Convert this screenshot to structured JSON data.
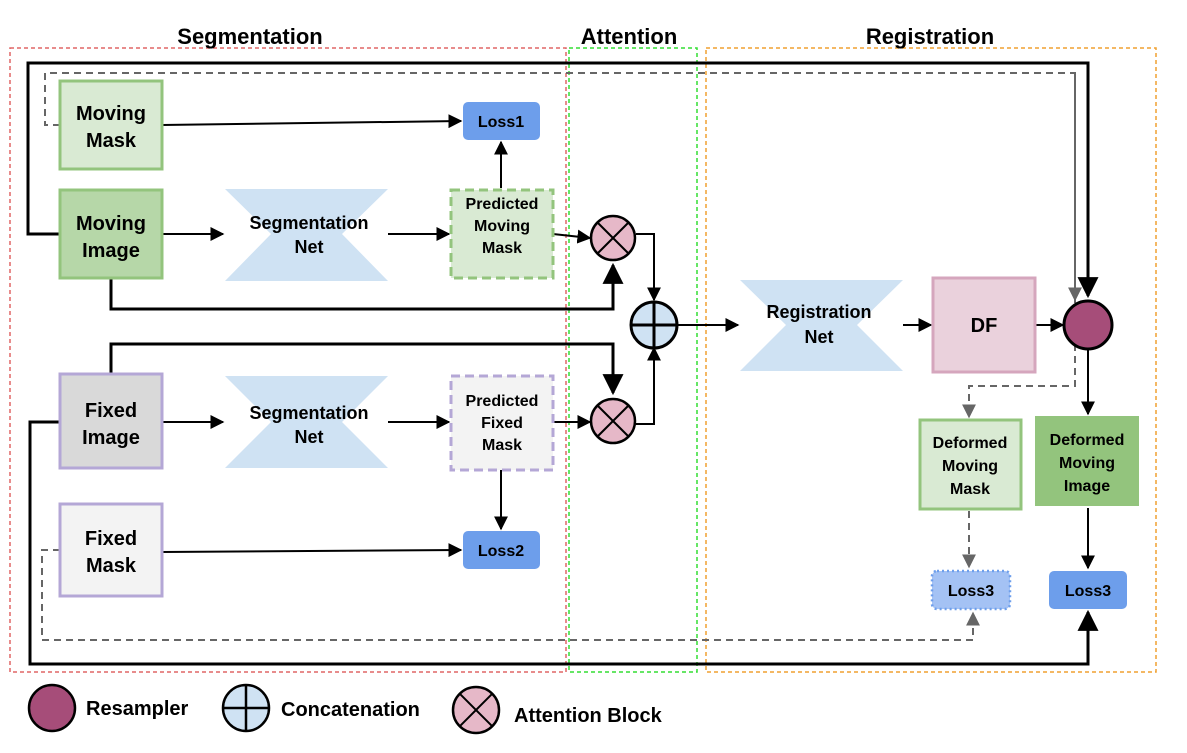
{
  "sections": {
    "segmentation": "Segmentation",
    "attention": "Attention",
    "registration": "Registration"
  },
  "nodes": {
    "moving_mask": [
      "Moving",
      "Mask"
    ],
    "moving_image": [
      "Moving",
      "Image"
    ],
    "fixed_image": [
      "Fixed",
      "Image"
    ],
    "fixed_mask": [
      "Fixed",
      "Mask"
    ],
    "seg_net_top": [
      "Segmentation",
      "Net"
    ],
    "seg_net_bottom": [
      "Segmentation",
      "Net"
    ],
    "pred_moving_mask": [
      "Predicted",
      "Moving",
      "Mask"
    ],
    "pred_fixed_mask": [
      "Predicted",
      "Fixed",
      "Mask"
    ],
    "loss1": "Loss1",
    "loss2": "Loss2",
    "registration_net": [
      "Registration",
      "Net"
    ],
    "df": "DF",
    "deformed_moving_mask": [
      "Deformed",
      "Moving",
      "Mask"
    ],
    "deformed_moving_image": [
      "Deformed",
      "Moving",
      "Image"
    ],
    "loss3_mask": "Loss3",
    "loss3_image": "Loss3"
  },
  "legend": {
    "resampler": "Resampler",
    "concatenation": "Concatenation",
    "attention_block": "Attention Block"
  },
  "colors": {
    "seg_border": "#e06666",
    "attn_border": "#33dd33",
    "reg_border": "#f0a030",
    "green_light_fill": "#d9ead3",
    "green_border": "#93c47d",
    "green_mid_fill": "#b6d7a8",
    "purple_border": "#b4a7d6",
    "gray_fill": "#d9d9d9",
    "gray_light_fill": "#f3f3f3",
    "net_fill": "#cfe2f3",
    "loss_fill": "#6d9eeb",
    "loss_light_fill": "#a4c2f4",
    "df_fill": "#ead1dc",
    "df_border": "#d5a6bd",
    "resampler_fill": "#a64d79",
    "attention_fill": "#e6b8c8",
    "deformed_image_fill": "#93c47d"
  }
}
